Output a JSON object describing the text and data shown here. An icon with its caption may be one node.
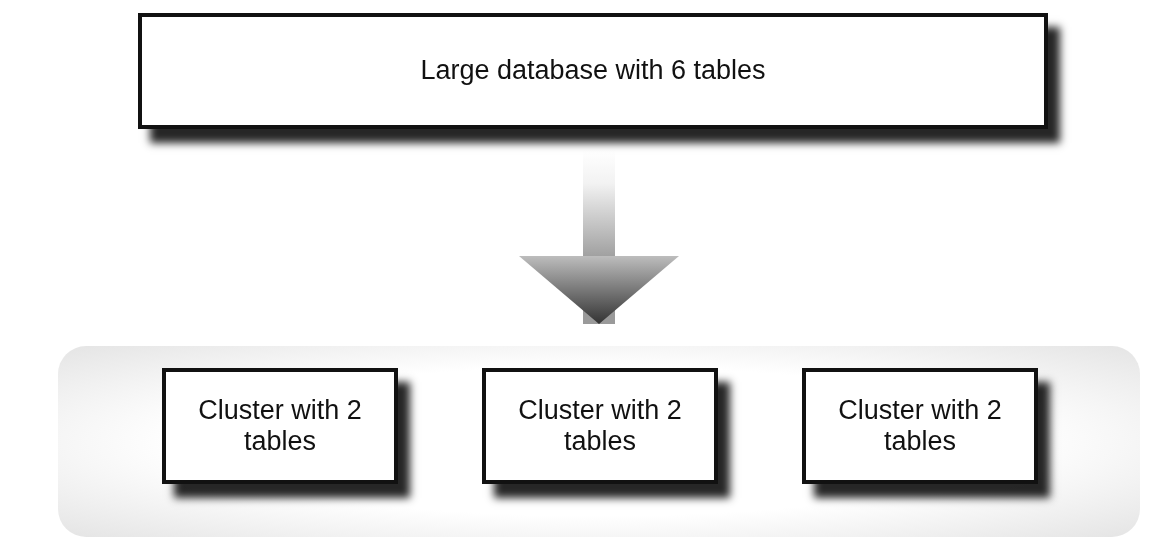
{
  "diagram": {
    "nodes": [
      {
        "text": [
          "Large database with 6 tables"
        ]
      },
      {
        "text": [],
        "shape": "box"
      },
      {
        "text": [
          "Cluster with 2 tables"
        ],
        "in": 1
      },
      {
        "text": [
          "Cluster with 2 tables"
        ],
        "in": 1
      },
      {
        "text": [
          "Cluster with 2 tables"
        ],
        "in": 1
      }
    ],
    "edges": [
      {
        "from": 0,
        "to": 1,
        "arrow": "to",
        "style": "thick"
      }
    ]
  }
}
